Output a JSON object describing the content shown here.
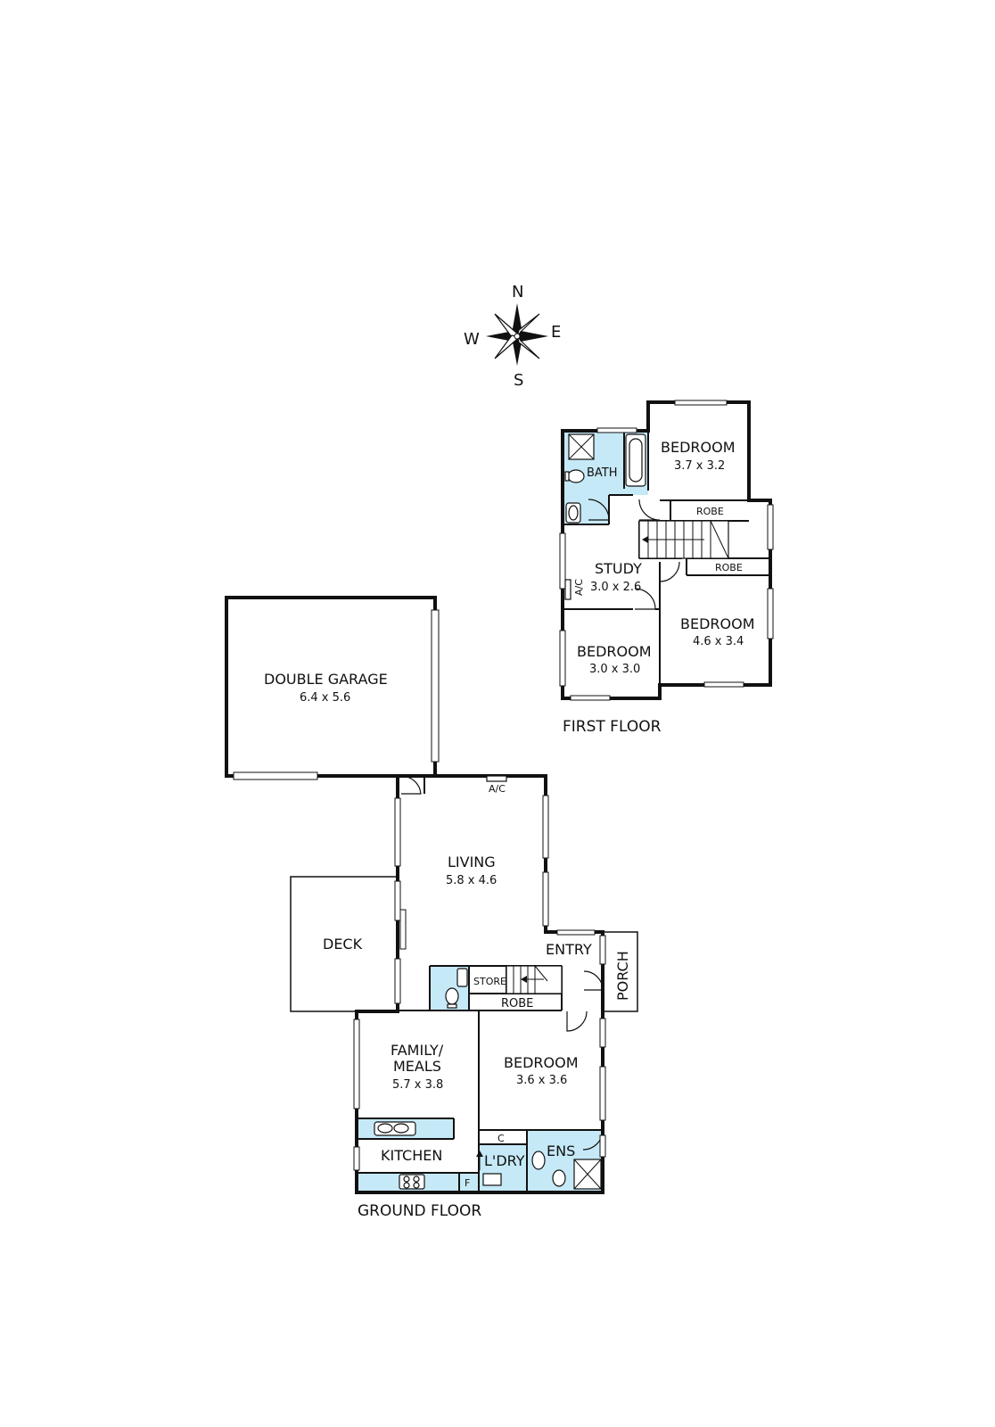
{
  "compass": {
    "north": "N",
    "south": "S",
    "east": "E",
    "west": "W"
  },
  "floors": {
    "first": "FIRST FLOOR",
    "ground": "GROUND FLOOR"
  },
  "rooms": {
    "bedroom_ne": {
      "name": "BEDROOM",
      "size": "3.7 x 3.2"
    },
    "bath": {
      "name": "BATH"
    },
    "robe_upper": {
      "name": "ROBE"
    },
    "robe_upper2": {
      "name": "ROBE"
    },
    "study": {
      "name": "STUDY",
      "size": "3.0 x 2.6"
    },
    "ac_upper": {
      "name": "A/C"
    },
    "bedroom_se": {
      "name": "BEDROOM",
      "size": "4.6 x 3.4"
    },
    "bedroom_sw": {
      "name": "BEDROOM",
      "size": "3.0 x 3.0"
    },
    "garage": {
      "name": "DOUBLE GARAGE",
      "size": "6.4 x 5.6"
    },
    "ac_lower": {
      "name": "A/C"
    },
    "living": {
      "name": "LIVING",
      "size": "5.8 x 4.6"
    },
    "deck": {
      "name": "DECK"
    },
    "entry": {
      "name": "ENTRY"
    },
    "porch": {
      "name": "PORCH"
    },
    "store": {
      "name": "STORE"
    },
    "robe_lower": {
      "name": "ROBE"
    },
    "family": {
      "name1": "FAMILY/",
      "name2": "MEALS",
      "size": "5.7 x 3.8"
    },
    "bedroom_main": {
      "name": "BEDROOM",
      "size": "3.6 x 3.6"
    },
    "kitchen": {
      "name": "KITCHEN"
    },
    "ldry": {
      "name": "L'DRY"
    },
    "cupboard": {
      "name": "C"
    },
    "fridge": {
      "name": "F"
    },
    "ens": {
      "name": "ENS"
    }
  },
  "colors": {
    "wet_area": "#c6e9f7",
    "walls": "#111111",
    "background": "#ffffff"
  }
}
